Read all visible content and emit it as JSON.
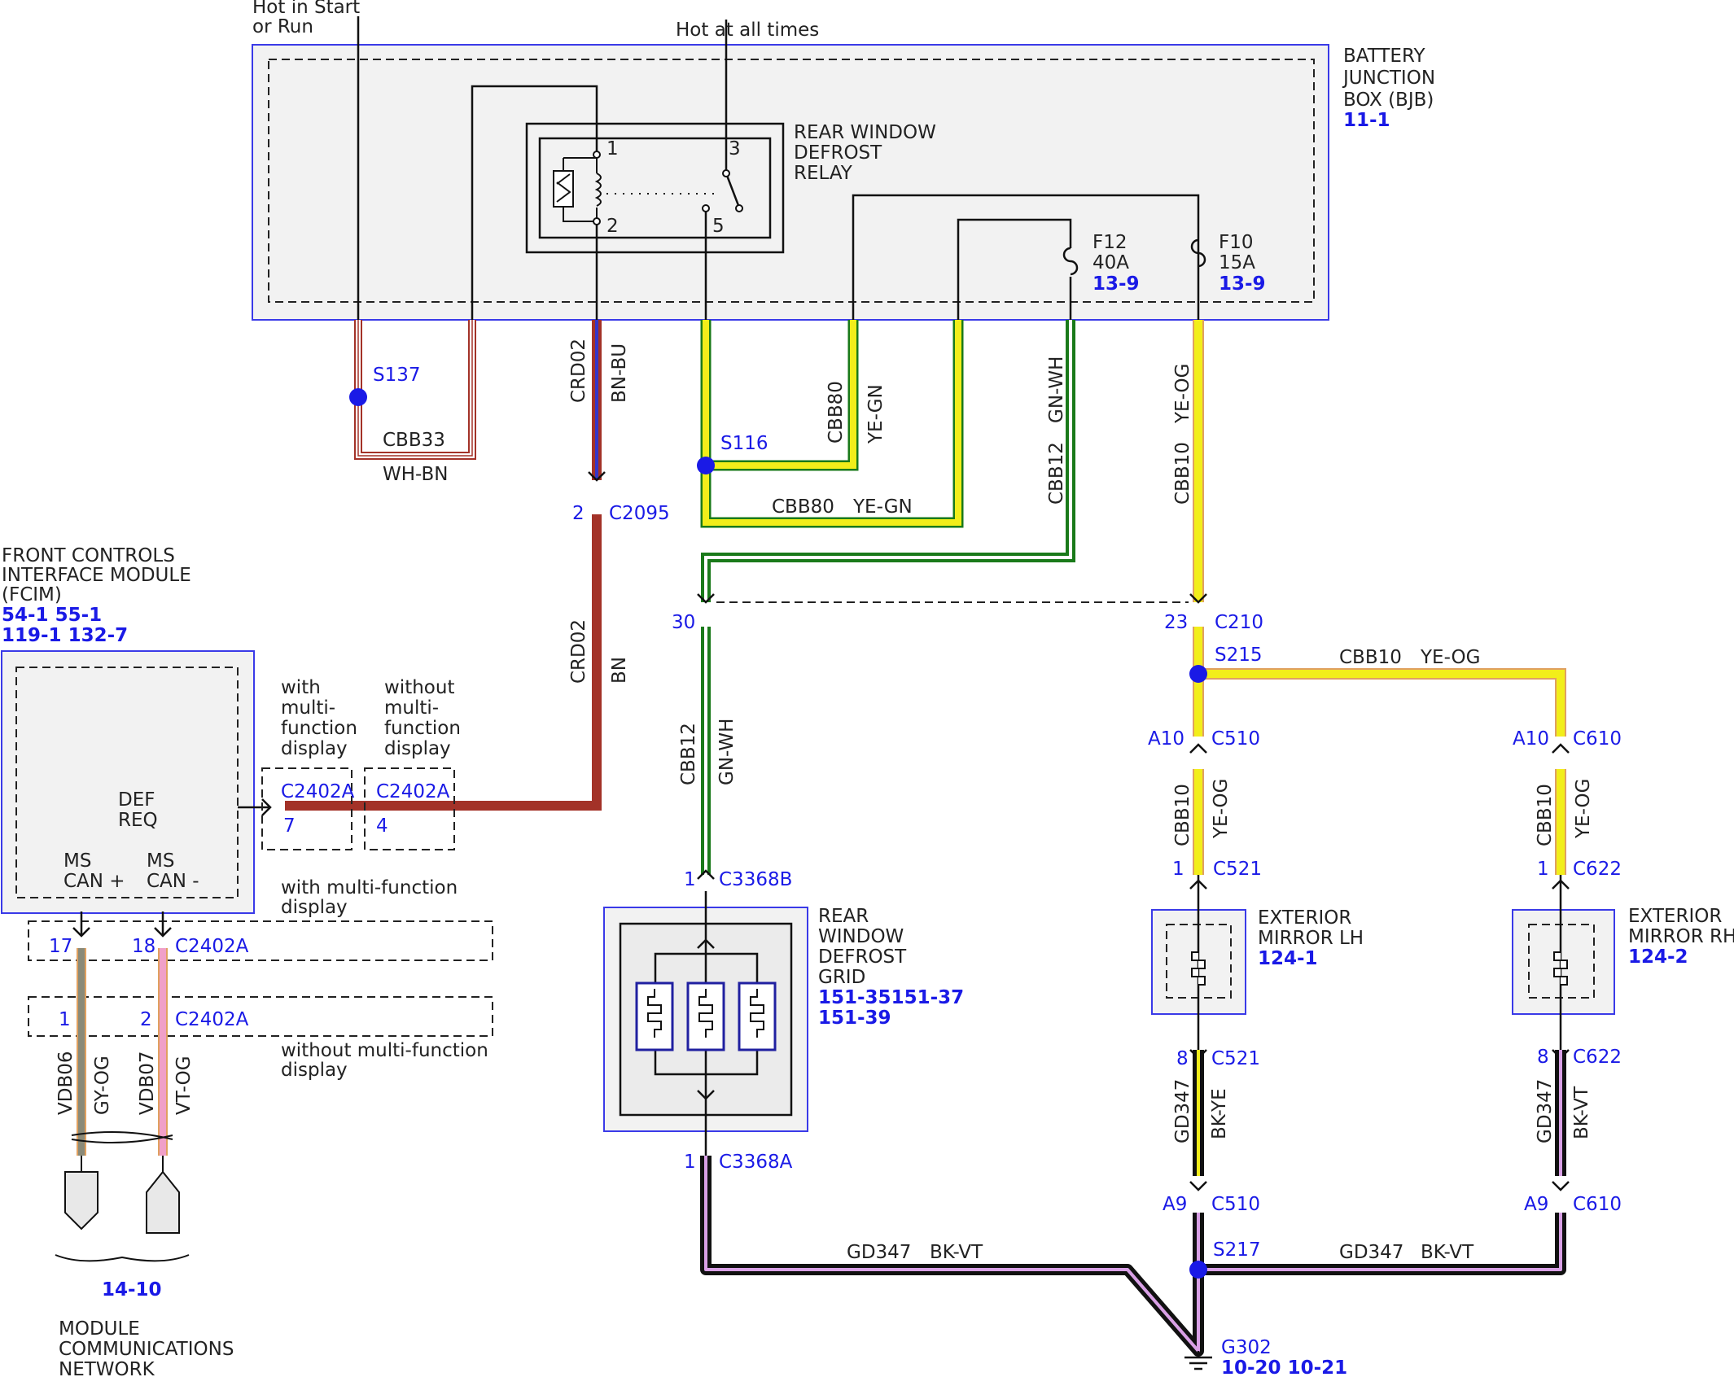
{
  "labels": {
    "hot_start_run_1": "Hot in Start",
    "hot_start_run_2": "or Run",
    "hot_all_times": "Hot at all times",
    "bjb_1": "BATTERY",
    "bjb_2": "JUNCTION",
    "bjb_3": "BOX (BJB)",
    "bjb_ref": "11-1",
    "relay_1": "REAR WINDOW",
    "relay_2": "DEFROST",
    "relay_3": "RELAY",
    "pin1": "1",
    "pin2": "2",
    "pin3": "3",
    "pin5": "5",
    "f12": "F12",
    "f12_amp": "40A",
    "f12_ref": "13-9",
    "f10": "F10",
    "f10_amp": "15A",
    "f10_ref": "13-9",
    "s137": "S137",
    "cbb33": "CBB33",
    "wh_bn": "WH-BN",
    "crd02_top": "CRD02",
    "bn_bu": "BN-BU",
    "cbb80_v": "CBB80",
    "ye_gn_v": "YE-GN",
    "s116": "S116",
    "cbb80_h": "CBB80",
    "ye_gn_h": "YE-GN",
    "cbb12_top": "CBB12",
    "gn_wh_top": "GN-WH",
    "cbb10_top": "CBB10",
    "ye_og_top": "YE-OG",
    "c2095_pin": "2",
    "c2095": "C2095",
    "fcim_1": "FRONT CONTROLS",
    "fcim_2": "INTERFACE MODULE",
    "fcim_3": "(FCIM)",
    "fcim_ref_a": "54-1  55-1",
    "fcim_ref_b": "119-1 132-7",
    "crd02_mid": "CRD02",
    "bn_mid": "BN",
    "c30_pin": "30",
    "c23_pin": "23",
    "c210": "C210",
    "s215": "S215",
    "cbb10_h": "CBB10",
    "ye_og_h": "YE-OG",
    "with_mfd_1": "with",
    "with_mfd_2": "multi-",
    "with_mfd_3": "function",
    "with_mfd_4": "display",
    "without_mfd_1": "without",
    "without_mfd_2": "multi-",
    "without_mfd_3": "function",
    "without_mfd_4": "display",
    "def_req_1": "DEF",
    "def_req_2": "REQ",
    "c2402a_a": "C2402A",
    "c2402a_a_pin": "7",
    "c2402a_b": "C2402A",
    "c2402a_b_pin": "4",
    "ms_can_p_1": "MS",
    "ms_can_p_2": "CAN +",
    "ms_can_m_1": "MS",
    "ms_can_m_2": "CAN -",
    "a10_l": "A10",
    "c510_top": "C510",
    "a10_r": "A10",
    "c610_top": "C610",
    "cbb12_mid": "CBB12",
    "gn_wh_mid": "GN-WH",
    "cbb10_l": "CBB10",
    "ye_og_l": "YE-OG",
    "cbb10_r": "CBB10",
    "ye_og_r": "YE-OG",
    "c521_top_pin": "1",
    "c521_top": "C521",
    "c622_top_pin": "1",
    "c622_top": "C622",
    "with_mfd_line_1": "with multi-function",
    "with_mfd_line_2": "display",
    "c3368b_pin": "1",
    "c3368b": "C3368B",
    "grid_1": "REAR",
    "grid_2": "WINDOW",
    "grid_3": "DEFROST",
    "grid_4": "GRID",
    "grid_ref_a": "151-35151-37",
    "grid_ref_b": "151-39",
    "mirror_lh_1": "EXTERIOR",
    "mirror_lh_2": "MIRROR LH",
    "mirror_lh_ref": "124-1",
    "mirror_rh_1": "EXTERIOR",
    "mirror_rh_2": "MIRROR RH",
    "mirror_rh_ref": "124-2",
    "c17_pin": "17",
    "c18_pin": "18",
    "c2402a_can1": "C2402A",
    "c1_pin": "1",
    "c2_pin": "2",
    "c2402a_can2": "C2402A",
    "without_mfd_line_1": "without multi-function",
    "without_mfd_line_2": "display",
    "vdb06": "VDB06",
    "gy_og": "GY-OG",
    "vdb07": "VDB07",
    "vt_og": "VT-OG",
    "c521_bot_pin": "8",
    "c521_bot": "C521",
    "c622_bot_pin": "8",
    "c622_bot": "C622",
    "gd347_l": "GD347",
    "bk_ye": "BK-YE",
    "gd347_r": "GD347",
    "bk_vt_r": "BK-VT",
    "c3368a_pin": "1",
    "c3368a": "C3368A",
    "a9_l": "A9",
    "c510_bot": "C510",
    "a9_r": "A9",
    "c610_bot": "C610",
    "gd347_h1": "GD347",
    "bk_vt_h1": "BK-VT",
    "s217": "S217",
    "gd347_h2": "GD347",
    "bk_vt_h2": "BK-VT",
    "net_ref": "14-10",
    "g302": "G302",
    "g302_ref": "10-20 10-21",
    "net_1": "MODULE",
    "net_2": "COMMUNICATIONS",
    "net_3": "NETWORK"
  },
  "colors": {
    "box_border": "#3a3ae8",
    "box_fill": "#f2f2f2",
    "ref_text": "#1a1ae6",
    "wire_bn": "#a33228",
    "wire_bu": "#3535c8",
    "wire_ye": "#f2ee1a",
    "wire_gn": "#1a7a1a",
    "wire_bk": "#111111",
    "wire_vt": "#d9a0e6",
    "wire_og": "#e0a060",
    "wire_gy": "#8a8a78",
    "wire_pk": "#f0a0c8",
    "splice": "#1a1ae6"
  }
}
